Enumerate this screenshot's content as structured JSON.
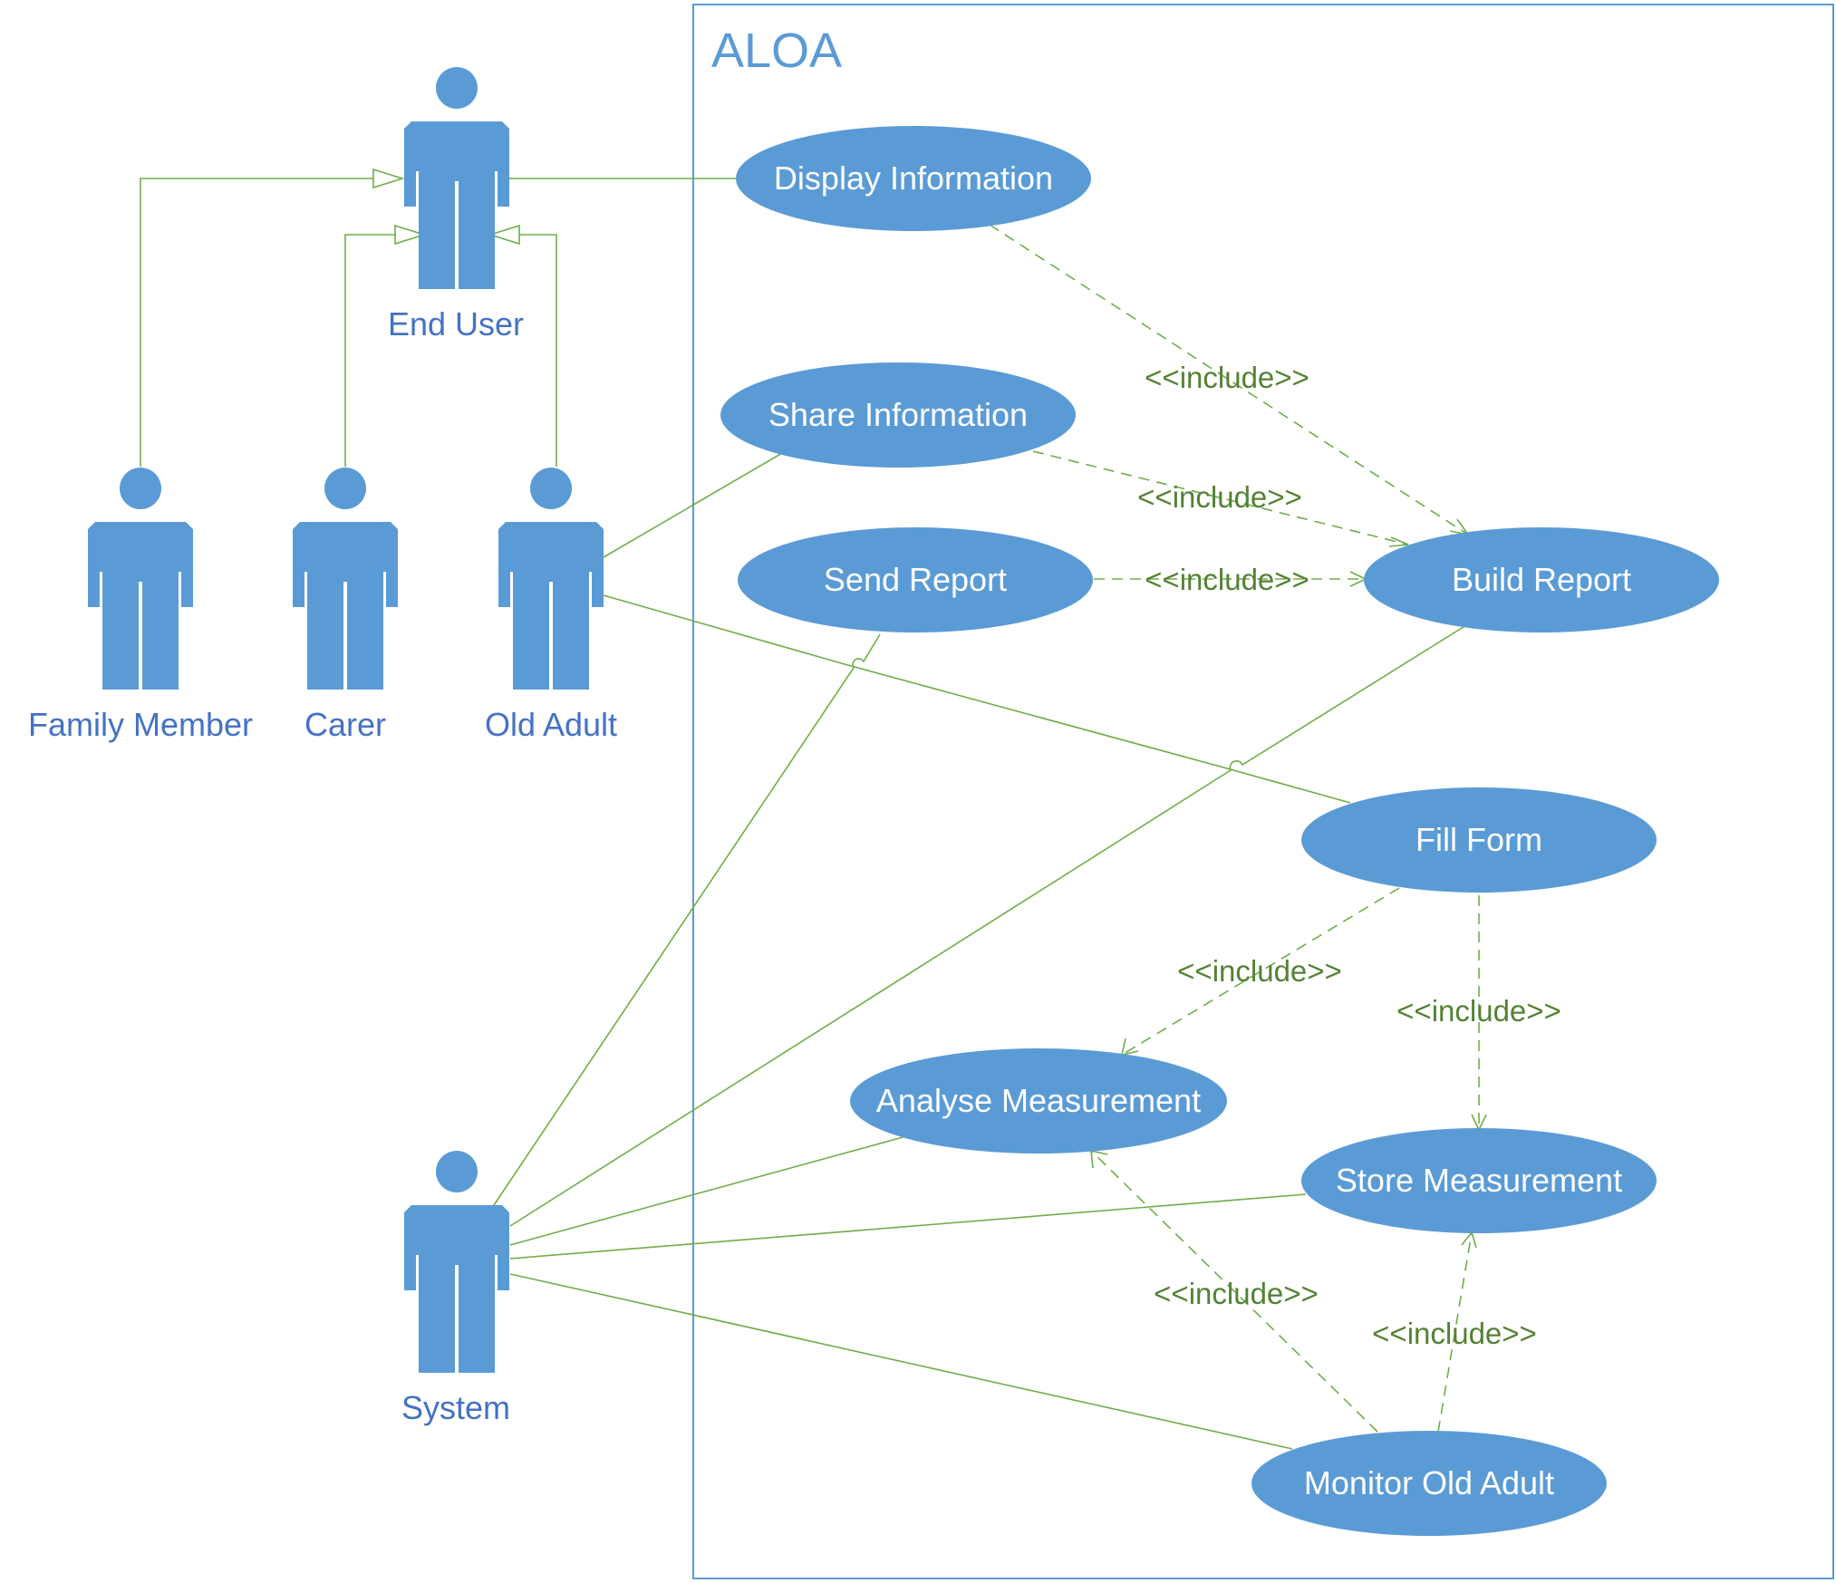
{
  "system": {
    "title": "ALOA"
  },
  "colors": {
    "shape": "#5B9BD5",
    "line": "#70AD47",
    "label_text": "#548235",
    "actor_text": "#4472C4",
    "boundary": "#5B9BD5"
  },
  "actors": {
    "end_user": "End User",
    "family_member": "Family Member",
    "carer": "Carer",
    "old_adult": "Old Adult",
    "system": "System"
  },
  "use_cases": {
    "display_information": "Display Information",
    "share_information": "Share Information",
    "send_report": "Send Report",
    "build_report": "Build Report",
    "fill_form": "Fill Form",
    "analyse_measurement": "Analyse Measurement",
    "store_measurement": "Store Measurement",
    "monitor_old_adult": "Monitor Old Adult"
  },
  "relations": {
    "include_label": "<<include>>"
  }
}
